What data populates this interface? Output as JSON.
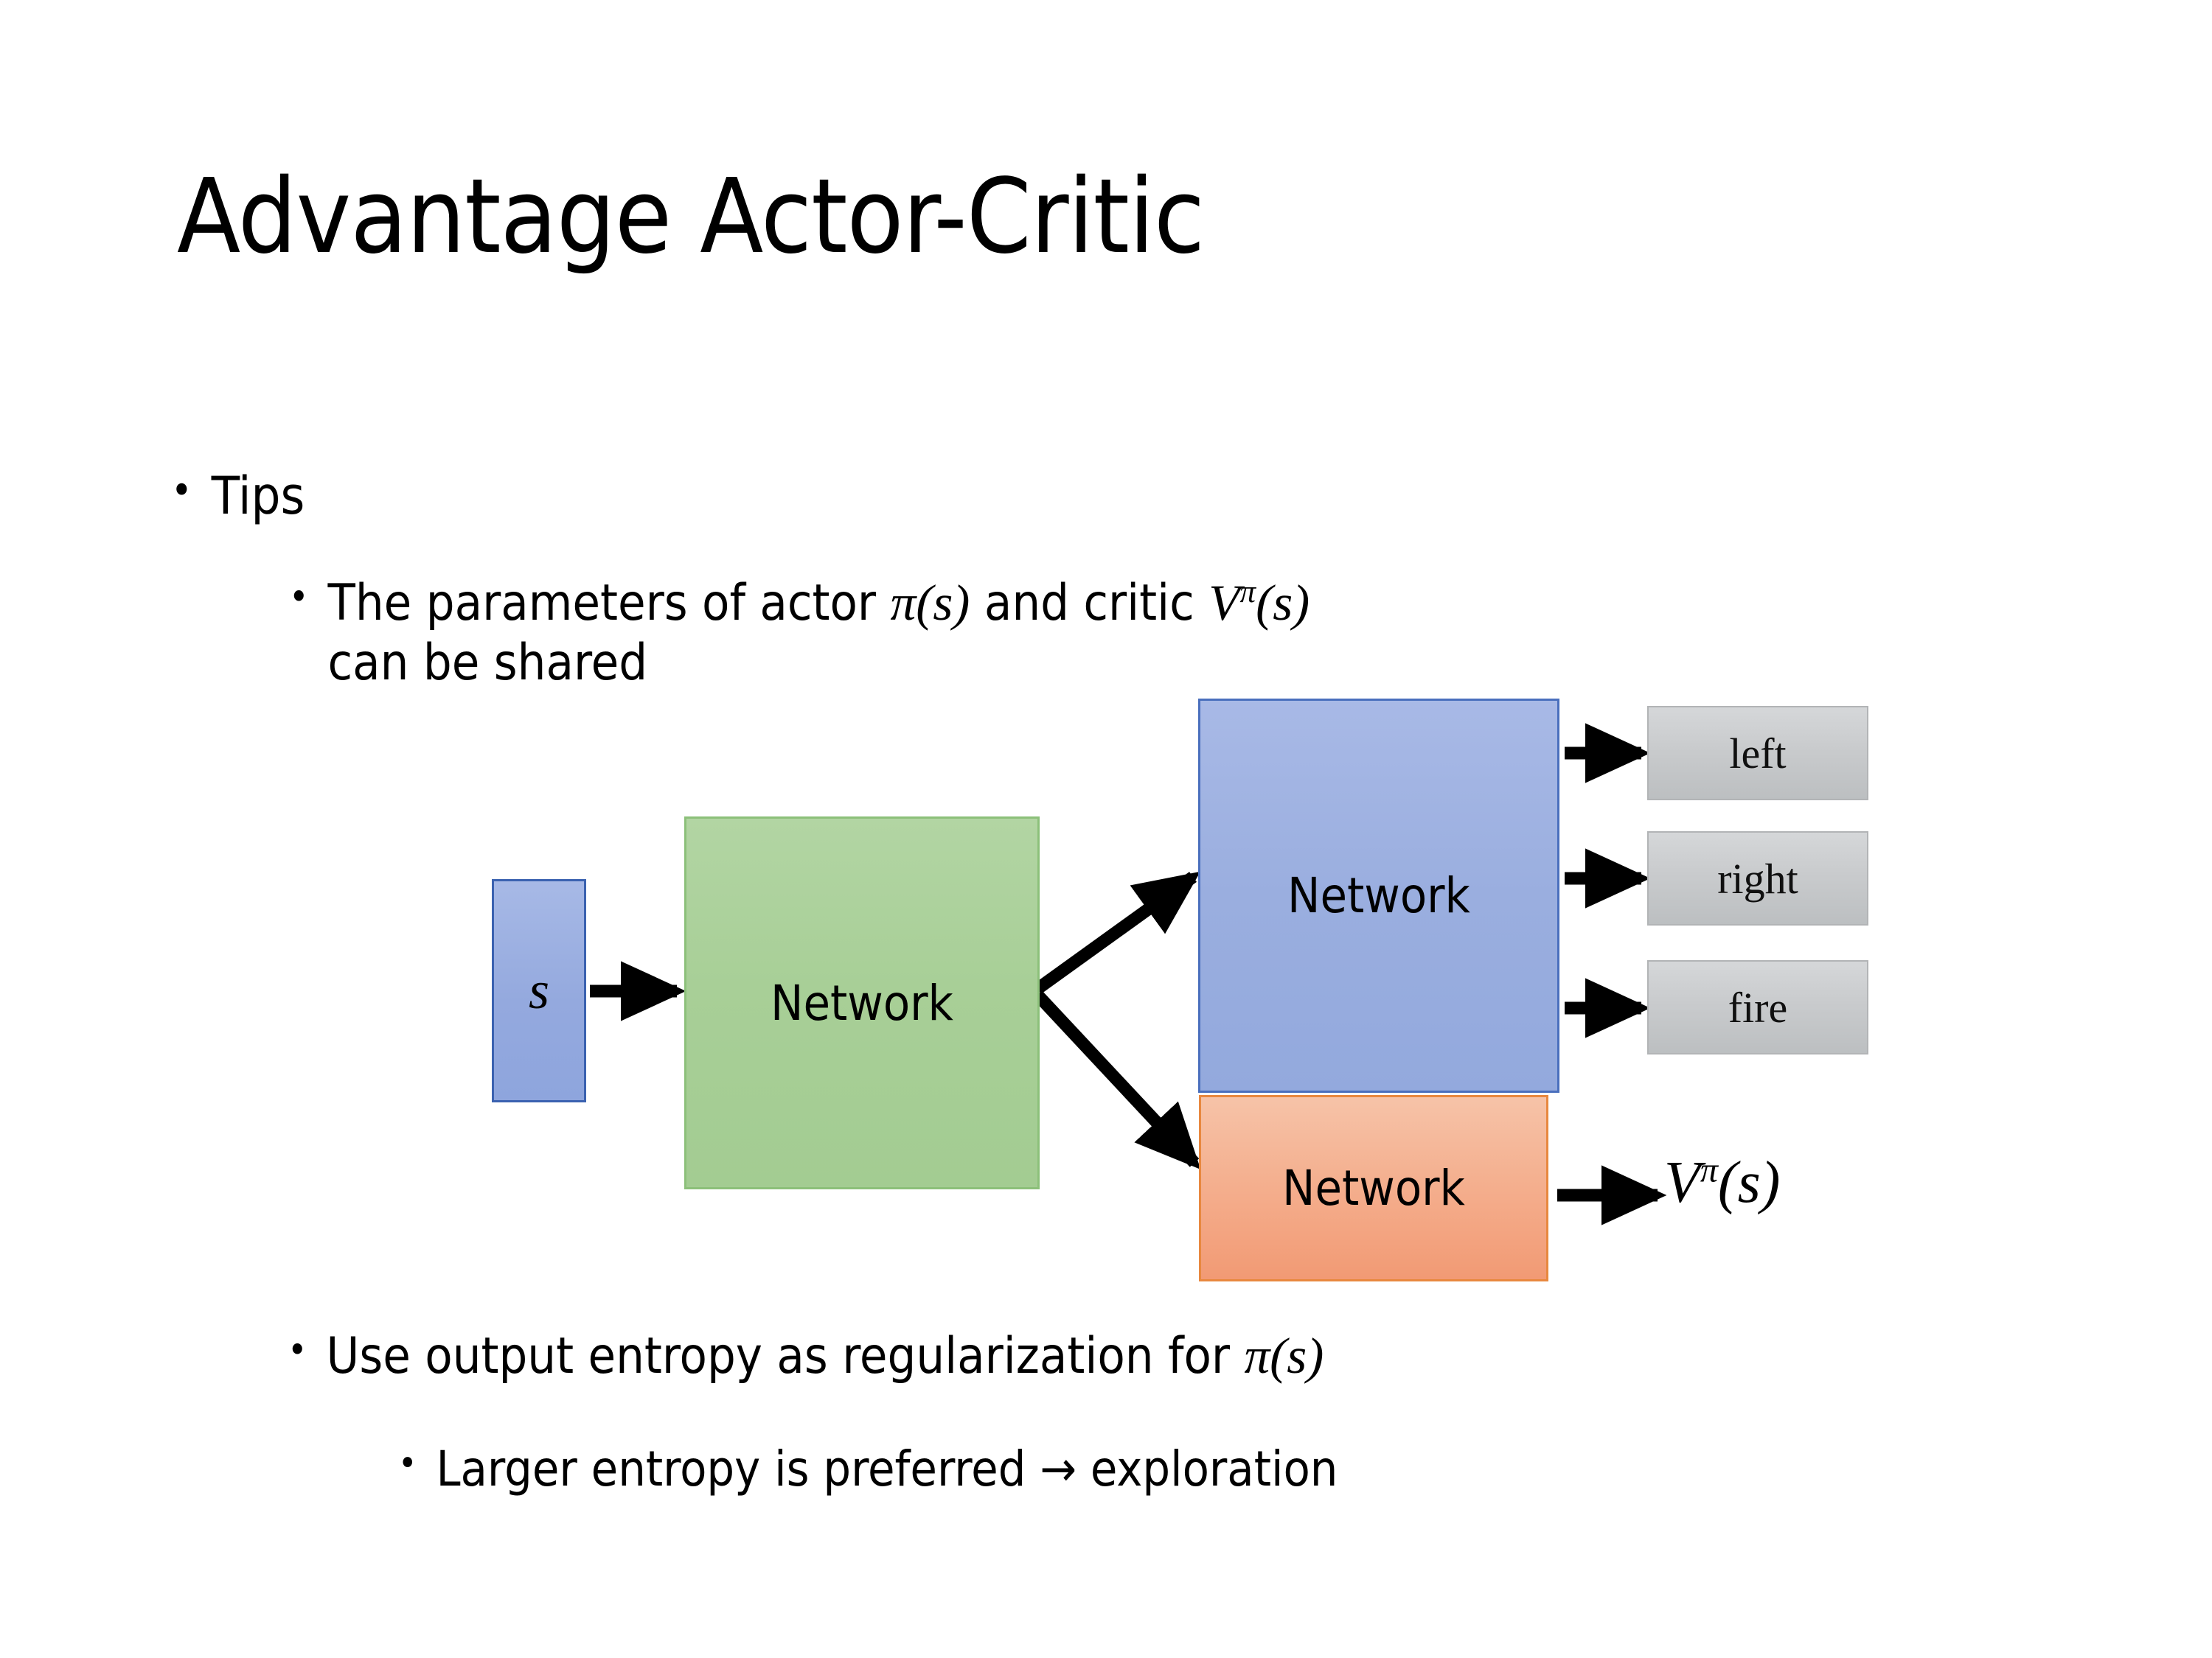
{
  "slide": {
    "title": "Advantage Actor-Critic",
    "background_color": "#FFFFFF"
  },
  "bullets": {
    "tips": {
      "marker": "•",
      "text": "Tips"
    },
    "parameters": {
      "marker": "•",
      "prefix": "The parameters of actor ",
      "math_pi": "π(s)",
      "middle": "  and critic ",
      "math_v": "V",
      "math_v_sup": "π",
      "math_v_arg": "(s)",
      "line2": "can be shared"
    },
    "entropy": {
      "marker": "•",
      "text": "Use output entropy as regularization for ",
      "math_pi": "π(s)"
    },
    "larger": {
      "marker": "•",
      "text": "Larger entropy is preferred → exploration"
    }
  },
  "diagram": {
    "input_node": {
      "label": "s",
      "fill": "#9AAEDF",
      "border": "#3B62B0"
    },
    "shared_network": {
      "label": "Network",
      "fill": "#A8CF97",
      "border": "#8CC07A"
    },
    "actor_network": {
      "label": "Network",
      "fill": "#9AAEDF",
      "border": "#4A6FBD"
    },
    "critic_network": {
      "label": "Network",
      "fill": "#F4AE8D",
      "border": "#E8883F"
    },
    "action_outputs": [
      {
        "label": "left",
        "fill": "#C9CBCD"
      },
      {
        "label": "right",
        "fill": "#C9CBCD"
      },
      {
        "label": "fire",
        "fill": "#C9CBCD"
      }
    ],
    "critic_output": {
      "symbol": "V",
      "superscript": "π",
      "argument": "(s)"
    },
    "arrow_color": "#000000"
  }
}
